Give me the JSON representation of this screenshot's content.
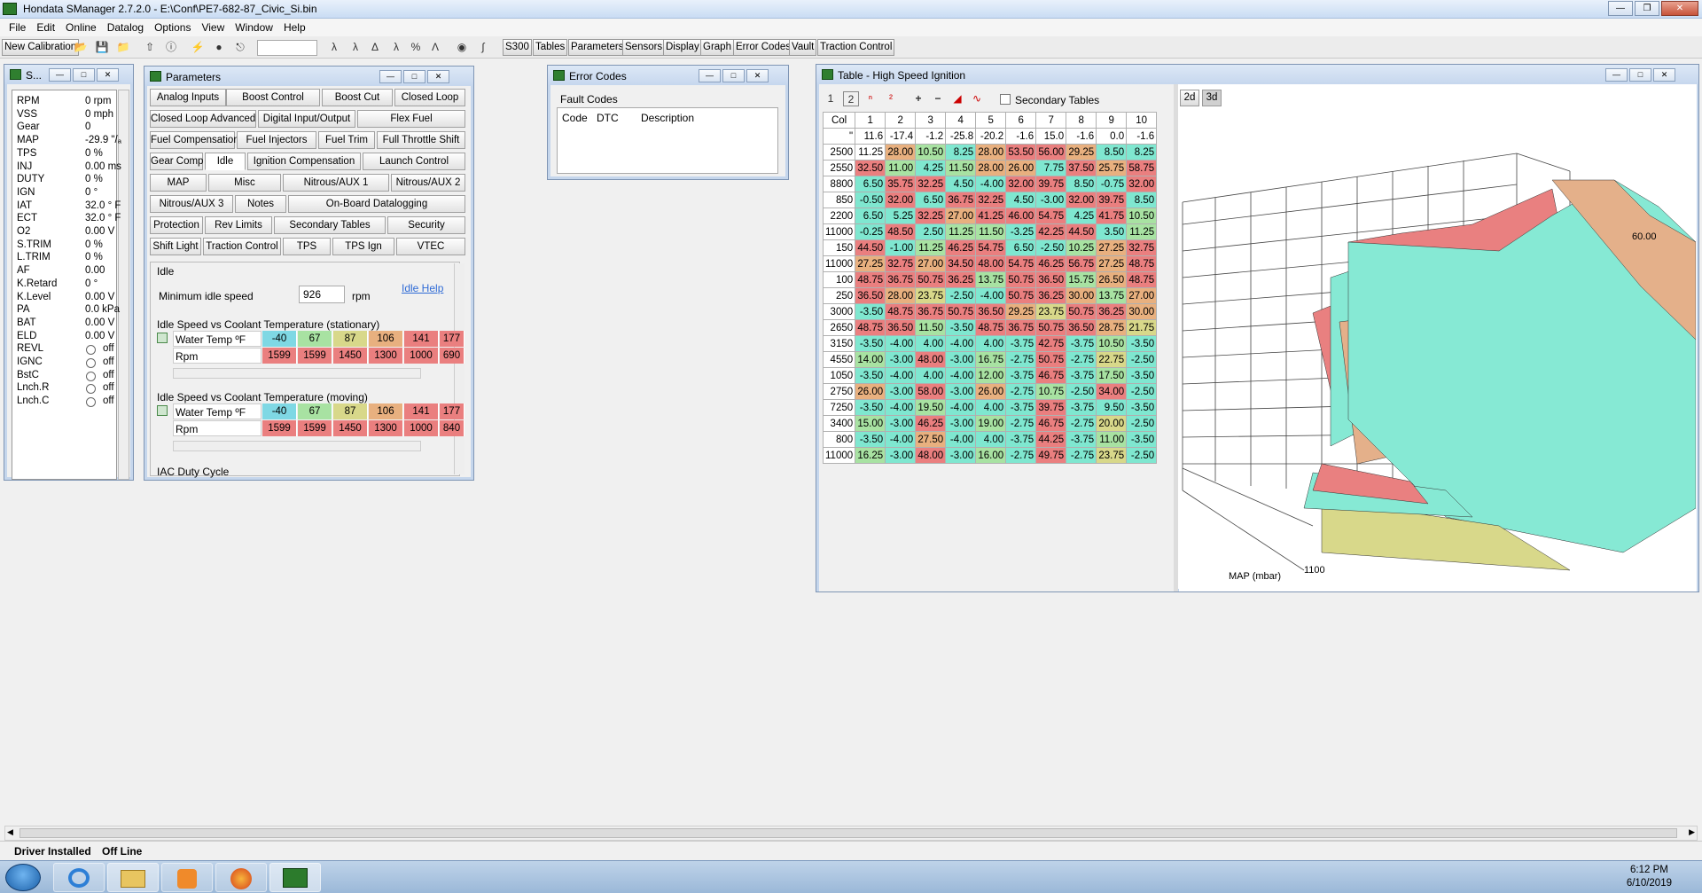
{
  "app": {
    "title": "Hondata SManager 2.7.2.0 - E:\\Conf\\PE7-682-87_Civic_Si.bin"
  },
  "menu": [
    "File",
    "Edit",
    "Online",
    "Datalog",
    "Options",
    "View",
    "Window",
    "Help"
  ],
  "toolbar": {
    "new_calibration": "New Calibration",
    "buttons": [
      "S300",
      "Tables",
      "Parameters",
      "Sensors",
      "Display",
      "Graph",
      "Error Codes",
      "Vault",
      "Traction Control"
    ],
    "icons": [
      "open-folder-icon",
      "save-icon",
      "open-icon",
      "upload-icon",
      "info-icon",
      "lightning-icon",
      "record-icon",
      "network-icon",
      "fuel-icon",
      "lambda-icon",
      "lambda-delta-icon",
      "lambda-small-icon",
      "percent-icon",
      "lambda-box-icon",
      "disk-icon",
      "bluetooth-icon"
    ]
  },
  "sensors": {
    "title": "S...",
    "rows": [
      {
        "label": "RPM",
        "value": "0 rpm"
      },
      {
        "label": "VSS",
        "value": "0 mph"
      },
      {
        "label": "Gear",
        "value": "0"
      },
      {
        "label": "MAP",
        "value": "-29.9 \"/ₐ"
      },
      {
        "label": "TPS",
        "value": "0 %"
      },
      {
        "label": "INJ",
        "value": "0.00 ms"
      },
      {
        "label": "DUTY",
        "value": "0 %"
      },
      {
        "label": "IGN",
        "value": "0 °"
      },
      {
        "label": "IAT",
        "value": "32.0 ° F"
      },
      {
        "label": "ECT",
        "value": "32.0 ° F"
      },
      {
        "label": "O2",
        "value": "0.00 V"
      },
      {
        "label": "S.TRIM",
        "value": "0 %"
      },
      {
        "label": "L.TRIM",
        "value": "0 %"
      },
      {
        "label": "AF",
        "value": "0.00"
      },
      {
        "label": "K.Retard",
        "value": "0 °"
      },
      {
        "label": "K.Level",
        "value": "0.00 V"
      },
      {
        "label": "PA",
        "value": "0.0 kPa"
      },
      {
        "label": "BAT",
        "value": "0.00 V"
      },
      {
        "label": "ELD",
        "value": "0.00 V"
      }
    ],
    "toggles": [
      {
        "label": "REVL",
        "value": "off"
      },
      {
        "label": "IGNC",
        "value": "off"
      },
      {
        "label": "BstC",
        "value": "off"
      },
      {
        "label": "Lnch.R",
        "value": "off"
      },
      {
        "label": "Lnch.C",
        "value": "off"
      }
    ]
  },
  "parameters": {
    "title": "Parameters",
    "tab_rows": [
      [
        "Analog Inputs",
        "Boost Control",
        "Boost Cut",
        "Closed Loop"
      ],
      [
        "Closed Loop Advanced",
        "Digital Input/Output",
        "Flex Fuel"
      ],
      [
        "Fuel Compensation",
        "Fuel Injectors",
        "Fuel Trim",
        "Full Throttle Shift"
      ],
      [
        "Gear Comp",
        "Idle",
        "Ignition Compensation",
        "Launch Control"
      ],
      [
        "MAP",
        "Misc",
        "Nitrous/AUX 1",
        "Nitrous/AUX 2"
      ],
      [
        "Nitrous/AUX 3",
        "Notes",
        "On-Board Datalogging"
      ],
      [
        "Protection",
        "Rev Limits",
        "Secondary Tables",
        "Security"
      ],
      [
        "Shift Light",
        "Traction Control",
        "TPS",
        "TPS Ign",
        "VTEC"
      ]
    ],
    "section": "Idle",
    "min_idle_label": "Minimum idle speed",
    "min_idle_value": "926",
    "min_idle_unit": "rpm",
    "help_link": "Idle Help",
    "stationary": {
      "title": "Idle Speed vs Coolant Temperature (stationary)",
      "water_label": "Water Temp ºF",
      "rpm_label": "Rpm",
      "temps": [
        "-40",
        "67",
        "87",
        "106",
        "141",
        "177"
      ],
      "rpms": [
        "1599",
        "1599",
        "1450",
        "1300",
        "1000",
        "690"
      ]
    },
    "moving": {
      "title": "Idle Speed vs Coolant Temperature (moving)",
      "water_label": "Water Temp ºF",
      "rpm_label": "Rpm",
      "temps": [
        "-40",
        "67",
        "87",
        "106",
        "141",
        "177"
      ],
      "rpms": [
        "1599",
        "1599",
        "1450",
        "1300",
        "1000",
        "840"
      ]
    },
    "iac": "IAC Duty Cycle"
  },
  "error_codes": {
    "title": "Error Codes",
    "group": "Fault Codes",
    "columns": [
      "Code",
      "DTC",
      "Description"
    ]
  },
  "table": {
    "title": "Table - High Speed Ignition",
    "secondary": "Secondary Tables",
    "view_2d": "2d",
    "view_3d": "3d",
    "axis_label": "MAP (mbar)",
    "axis_tick": "1100",
    "z_tick": "60.00",
    "col_header": "Col",
    "cols": [
      "1",
      "2",
      "3",
      "4",
      "5",
      "6",
      "7",
      "8",
      "9",
      "10"
    ],
    "rows": [
      {
        "h": "\"",
        "v": [
          "11.6",
          "-17.4",
          "-1.2",
          "-25.8",
          "-20.2",
          "-1.6",
          "15.0",
          "-1.6",
          "0.0",
          "-1.6"
        ],
        "c": [
          "w",
          "w",
          "w",
          "w",
          "w",
          "w",
          "w",
          "w",
          "w",
          "w"
        ]
      },
      {
        "h": "2500",
        "v": [
          "11.25",
          "28.00",
          "10.50",
          "8.25",
          "28.00",
          "53.50",
          "56.00",
          "29.25",
          "8.50",
          "8.25"
        ],
        "c": [
          "w",
          "o",
          "g",
          "c",
          "o",
          "r",
          "r",
          "o",
          "c",
          "c"
        ]
      },
      {
        "h": "2550",
        "v": [
          "32.50",
          "11.00",
          "4.25",
          "11.50",
          "28.00",
          "26.00",
          "7.75",
          "37.50",
          "25.75",
          "58.75"
        ],
        "c": [
          "r",
          "g",
          "c",
          "g",
          "o",
          "o",
          "c",
          "r",
          "o",
          "r"
        ]
      },
      {
        "h": "8800",
        "v": [
          "6.50",
          "35.75",
          "32.25",
          "4.50",
          "-4.00",
          "32.00",
          "39.75",
          "8.50",
          "-0.75",
          "32.00"
        ],
        "c": [
          "c",
          "r",
          "r",
          "c",
          "c",
          "r",
          "r",
          "c",
          "c",
          "r"
        ]
      },
      {
        "h": "850",
        "v": [
          "-0.50",
          "32.00",
          "6.50",
          "36.75",
          "32.25",
          "4.50",
          "-3.00",
          "32.00",
          "39.75",
          "8.50"
        ],
        "c": [
          "c",
          "r",
          "c",
          "r",
          "r",
          "c",
          "c",
          "r",
          "r",
          "c"
        ]
      },
      {
        "h": "2200",
        "v": [
          "6.50",
          "5.25",
          "32.25",
          "27.00",
          "41.25",
          "46.00",
          "54.75",
          "4.25",
          "41.75",
          "10.50"
        ],
        "c": [
          "c",
          "c",
          "r",
          "o",
          "r",
          "r",
          "r",
          "c",
          "r",
          "g"
        ]
      },
      {
        "h": "11000",
        "v": [
          "-0.25",
          "48.50",
          "2.50",
          "11.25",
          "11.50",
          "-3.25",
          "42.25",
          "44.50",
          "3.50",
          "11.25"
        ],
        "c": [
          "c",
          "r",
          "c",
          "g",
          "g",
          "c",
          "r",
          "r",
          "c",
          "g"
        ]
      },
      {
        "h": "150",
        "v": [
          "44.50",
          "-1.00",
          "11.25",
          "46.25",
          "54.75",
          "6.50",
          "-2.50",
          "10.25",
          "27.25",
          "32.75"
        ],
        "c": [
          "r",
          "c",
          "g",
          "r",
          "r",
          "c",
          "c",
          "g",
          "o",
          "r"
        ]
      },
      {
        "h": "11000",
        "v": [
          "27.25",
          "32.75",
          "27.00",
          "34.50",
          "48.00",
          "54.75",
          "46.25",
          "56.75",
          "27.25",
          "48.75"
        ],
        "c": [
          "o",
          "r",
          "o",
          "r",
          "r",
          "r",
          "r",
          "r",
          "o",
          "r"
        ]
      },
      {
        "h": "100",
        "v": [
          "48.75",
          "36.75",
          "50.75",
          "36.25",
          "13.75",
          "50.75",
          "36.50",
          "15.75",
          "26.50",
          "48.75"
        ],
        "c": [
          "r",
          "r",
          "r",
          "r",
          "g",
          "r",
          "r",
          "g",
          "o",
          "r"
        ]
      },
      {
        "h": "250",
        "v": [
          "36.50",
          "28.00",
          "23.75",
          "-2.50",
          "-4.00",
          "50.75",
          "36.25",
          "30.00",
          "13.75",
          "27.00"
        ],
        "c": [
          "r",
          "o",
          "y",
          "c",
          "c",
          "r",
          "r",
          "o",
          "g",
          "o"
        ]
      },
      {
        "h": "3000",
        "v": [
          "-3.50",
          "48.75",
          "36.75",
          "50.75",
          "36.50",
          "29.25",
          "23.75",
          "50.75",
          "36.25",
          "30.00"
        ],
        "c": [
          "c",
          "r",
          "r",
          "r",
          "r",
          "o",
          "y",
          "r",
          "r",
          "o"
        ]
      },
      {
        "h": "2650",
        "v": [
          "48.75",
          "36.50",
          "11.50",
          "-3.50",
          "48.75",
          "36.75",
          "50.75",
          "36.50",
          "28.75",
          "21.75"
        ],
        "c": [
          "r",
          "r",
          "g",
          "c",
          "r",
          "r",
          "r",
          "r",
          "o",
          "y"
        ]
      },
      {
        "h": "3150",
        "v": [
          "-3.50",
          "-4.00",
          "4.00",
          "-4.00",
          "4.00",
          "-3.75",
          "42.75",
          "-3.75",
          "10.50",
          "-3.50"
        ],
        "c": [
          "c",
          "c",
          "c",
          "c",
          "c",
          "c",
          "r",
          "c",
          "g",
          "c"
        ]
      },
      {
        "h": "4550",
        "v": [
          "14.00",
          "-3.00",
          "48.00",
          "-3.00",
          "16.75",
          "-2.75",
          "50.75",
          "-2.75",
          "22.75",
          "-2.50"
        ],
        "c": [
          "g",
          "c",
          "r",
          "c",
          "g",
          "c",
          "r",
          "c",
          "y",
          "c"
        ]
      },
      {
        "h": "1050",
        "v": [
          "-3.50",
          "-4.00",
          "4.00",
          "-4.00",
          "12.00",
          "-3.75",
          "46.75",
          "-3.75",
          "17.50",
          "-3.50"
        ],
        "c": [
          "c",
          "c",
          "c",
          "c",
          "g",
          "c",
          "r",
          "c",
          "g",
          "c"
        ]
      },
      {
        "h": "2750",
        "v": [
          "26.00",
          "-3.00",
          "58.00",
          "-3.00",
          "26.00",
          "-2.75",
          "10.75",
          "-2.50",
          "34.00",
          "-2.50"
        ],
        "c": [
          "o",
          "c",
          "r",
          "c",
          "o",
          "c",
          "g",
          "c",
          "r",
          "c"
        ]
      },
      {
        "h": "7250",
        "v": [
          "-3.50",
          "-4.00",
          "19.50",
          "-4.00",
          "4.00",
          "-3.75",
          "39.75",
          "-3.75",
          "9.50",
          "-3.50"
        ],
        "c": [
          "c",
          "c",
          "g",
          "c",
          "c",
          "c",
          "r",
          "c",
          "c",
          "c"
        ]
      },
      {
        "h": "3400",
        "v": [
          "15.00",
          "-3.00",
          "46.25",
          "-3.00",
          "19.00",
          "-2.75",
          "46.75",
          "-2.75",
          "20.00",
          "-2.50"
        ],
        "c": [
          "g",
          "c",
          "r",
          "c",
          "g",
          "c",
          "r",
          "c",
          "y",
          "c"
        ]
      },
      {
        "h": "800",
        "v": [
          "-3.50",
          "-4.00",
          "27.50",
          "-4.00",
          "4.00",
          "-3.75",
          "44.25",
          "-3.75",
          "11.00",
          "-3.50"
        ],
        "c": [
          "c",
          "c",
          "o",
          "c",
          "c",
          "c",
          "r",
          "c",
          "g",
          "c"
        ]
      },
      {
        "h": "11000",
        "v": [
          "16.25",
          "-3.00",
          "48.00",
          "-3.00",
          "16.00",
          "-2.75",
          "49.75",
          "-2.75",
          "23.75",
          "-2.50"
        ],
        "c": [
          "g",
          "c",
          "r",
          "c",
          "g",
          "c",
          "r",
          "c",
          "y",
          "c"
        ]
      }
    ]
  },
  "status": {
    "driver": "Driver Installed",
    "mode": "Off Line"
  },
  "taskbar": {
    "time": "6:12 PM",
    "date": "6/10/2019",
    "apps": [
      "ie-icon",
      "explorer-icon",
      "media-player-icon",
      "firefox-icon",
      "s300-icon"
    ]
  }
}
